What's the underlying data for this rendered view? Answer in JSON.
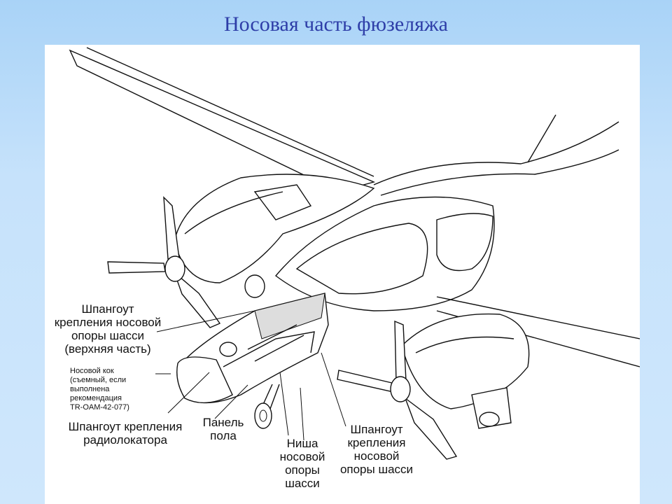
{
  "slide": {
    "title": "Носовая часть фюзеляжа"
  },
  "labels": {
    "frame_upper": [
      "Шпангоут",
      "крепления носовой",
      "опоры шасси",
      "(верхняя часть)"
    ],
    "nose_cone": [
      "Носовой кок",
      "(съемный, если",
      "выполнена",
      "рекомендация",
      "TR-OAM-42-077)"
    ],
    "radar_frame": [
      "Шпангоут крепления",
      "радиолокатора"
    ],
    "floor_panel": [
      "Панель",
      "пола"
    ],
    "gear_well": [
      "Ниша",
      "носовой",
      "опоры",
      "шасси"
    ],
    "gear_frame": [
      "Шпангоут",
      "крепления",
      "носовой",
      "опоры шасси"
    ]
  }
}
